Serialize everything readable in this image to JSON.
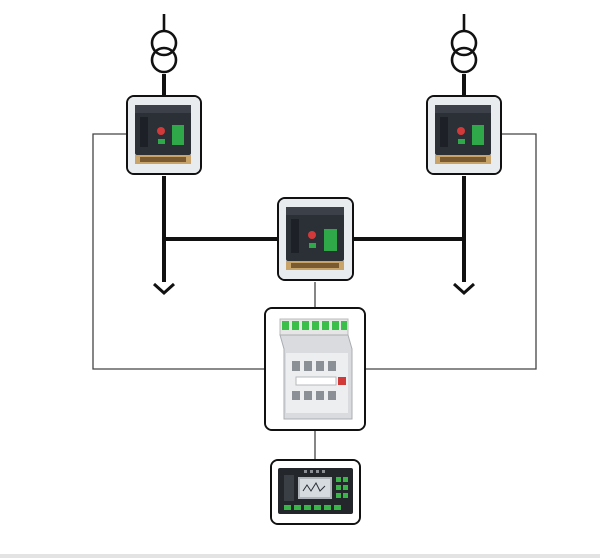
{
  "diagram": {
    "kind": "ATS single-line diagram",
    "nodes": [
      {
        "id": "transformer-1",
        "icon": "transformer-icon"
      },
      {
        "id": "transformer-2",
        "icon": "transformer-icon"
      },
      {
        "id": "breaker-1",
        "icon": "circuit-breaker-icon"
      },
      {
        "id": "breaker-2",
        "icon": "circuit-breaker-icon"
      },
      {
        "id": "bus-tie-breaker",
        "icon": "circuit-breaker-icon"
      },
      {
        "id": "ats-controller-module",
        "icon": "controller-module-icon"
      },
      {
        "id": "display-panel",
        "icon": "lcd-panel-icon"
      }
    ],
    "colors": {
      "line": "#111111",
      "control_wire": "#444444",
      "breaker_body": "#2b2f36",
      "breaker_button_red": "#d23a3a",
      "breaker_button_green": "#2fa84a",
      "breaker_base": "#c9a46a",
      "module_terminal_green": "#3cbf4a",
      "panel_key_green": "#39b54a"
    }
  }
}
